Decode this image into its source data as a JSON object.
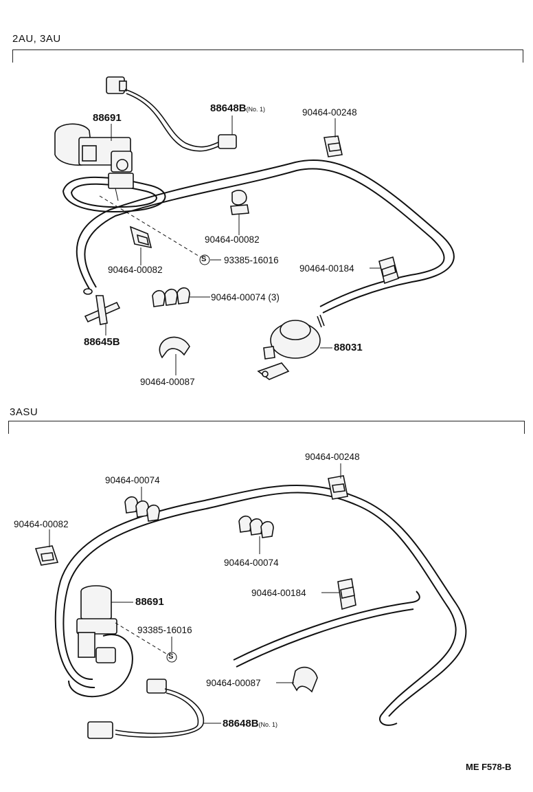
{
  "sections": [
    {
      "title": "2AU, 3AU",
      "labels": {
        "vsv": "88691",
        "wire_part": "88648B",
        "wire_note": "(No. 1)",
        "clip_248": "90464-00248",
        "clip_082a": "90464-00082",
        "screw": "93385-16016",
        "clip_082b": "90464-00082",
        "clip_184": "90464-00184",
        "clip_074": "90464-00074",
        "clip_074_qty": "(3)",
        "tee": "88645B",
        "valve": "88031",
        "clip_087": "90464-00087"
      }
    },
    {
      "title": "3ASU",
      "labels": {
        "clip_248": "90464-00248",
        "clip_074a": "90464-00074",
        "clip_082": "90464-00082",
        "clip_074b": "90464-00074",
        "vsv": "88691",
        "clip_184": "90464-00184",
        "screw": "93385-16016",
        "clip_087": "90464-00087",
        "wire_part": "88648B",
        "wire_note": "(No. 1)"
      }
    }
  ],
  "screw_symbol": "S",
  "diagram_code": "ME F578-B"
}
